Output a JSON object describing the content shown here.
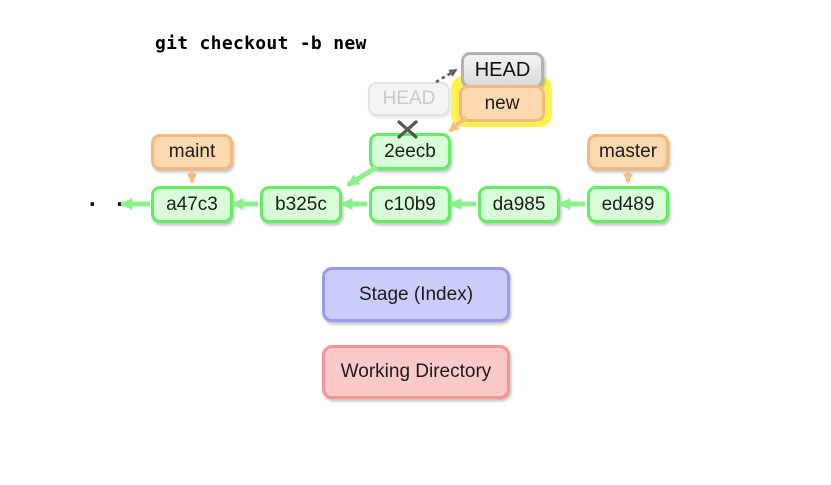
{
  "title": "git checkout -b new",
  "head": {
    "label": "HEAD"
  },
  "old_head": {
    "label": "HEAD"
  },
  "new_branch": {
    "label": "new"
  },
  "branches": {
    "maint": "maint",
    "master": "master"
  },
  "branch_tip": "2eecb",
  "commits": [
    "a47c3",
    "b325c",
    "c10b9",
    "da985",
    "ed489"
  ],
  "ellipsis": ". . .",
  "zones": {
    "stage": "Stage (Index)",
    "working": "Working Directory"
  },
  "colors": {
    "commit_border": "#62ee62",
    "commit_fill": "#d9fdd9",
    "branch_border": "#f6b97c",
    "branch_fill": "#fcd9ae",
    "head_border": "#b2b2b2",
    "head_fill": "#e6e6e6",
    "old_head_border": "#e2e2e2",
    "old_head_fill": "#f4f4f4",
    "old_head_text": "#c9c9c9",
    "highlight": "#fff24f",
    "stage_border": "#9a9af0",
    "stage_fill": "#ccccfb",
    "working_border": "#f79595",
    "working_fill": "#fcc9c9",
    "arrow_green": "#8bf18b",
    "arrow_orange": "#f9bd80",
    "arrow_gray": "#5f5f5f"
  }
}
